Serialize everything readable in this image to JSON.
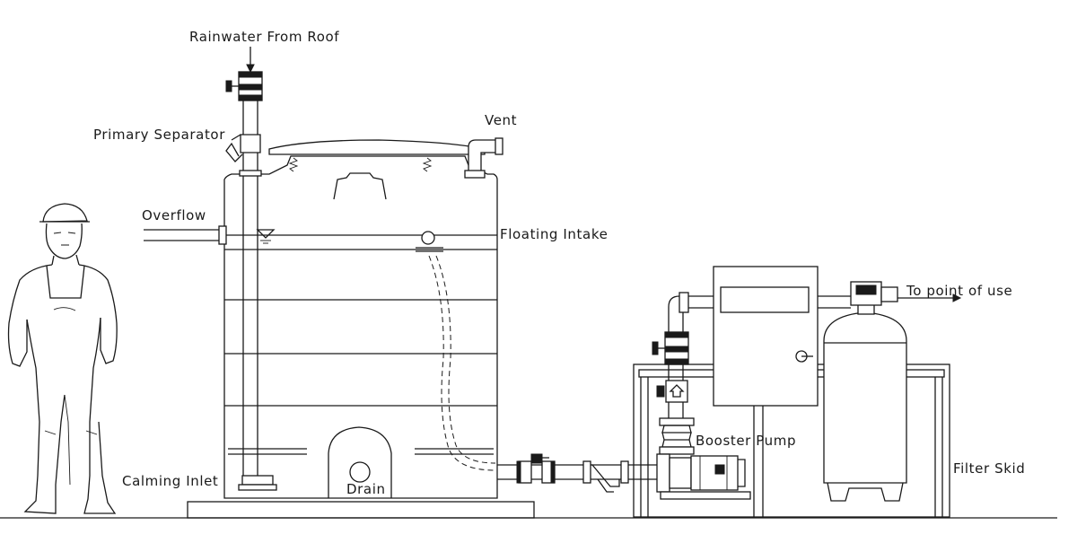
{
  "labels": {
    "rainwater": "Rainwater From Roof",
    "separator": "Primary Separator",
    "vent": "Vent",
    "overflow": "Overflow",
    "floating_intake": "Floating Intake",
    "to_point_of_use": "To point of use",
    "booster_pump": "Booster Pump",
    "filter_skid": "Filter Skid",
    "calming_inlet": "Calming Inlet",
    "drain": "Drain"
  },
  "colors": {
    "line": "#1a1a1a",
    "background": "#ffffff"
  }
}
